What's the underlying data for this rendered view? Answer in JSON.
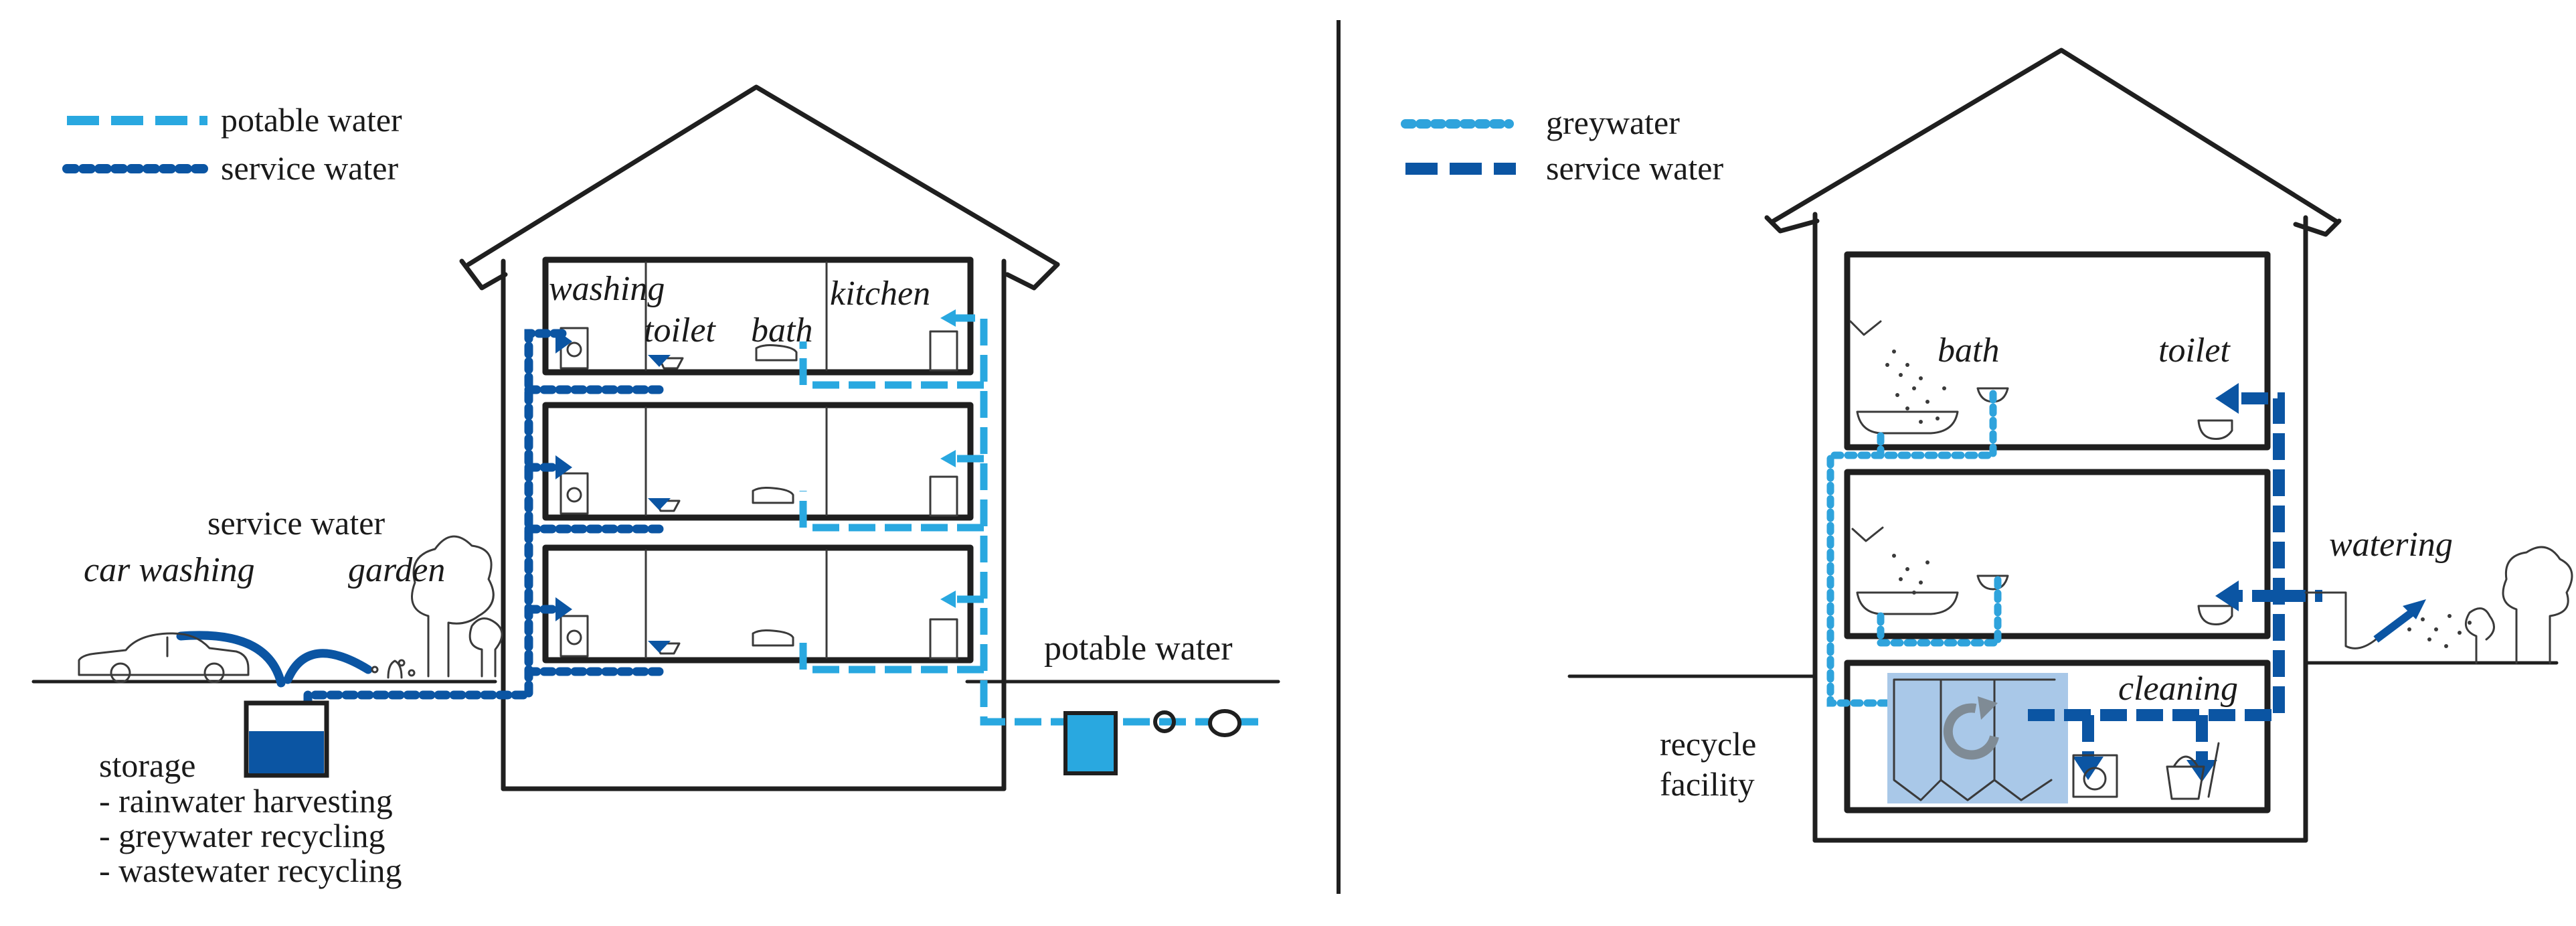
{
  "colors": {
    "potable": "#29a8e0",
    "service": "#0b55a3",
    "greywater": "#2fa3dc",
    "service_right": "#0b55a3",
    "storage_fill": "#0b55a3",
    "potable_tank_fill": "#29a8e0",
    "recycle_box": "#a9c8e8",
    "ink": "#1f1f1f"
  },
  "left_panel": {
    "legend": {
      "potable": "potable water",
      "service": "service water"
    },
    "rooms": {
      "washing": "washing",
      "toilet": "toilet",
      "bath": "bath",
      "kitchen": "kitchen"
    },
    "outdoor": {
      "service_water": "service water",
      "car_washing": "car washing",
      "garden": "garden",
      "potable_water": "potable water"
    },
    "storage": {
      "title": "storage",
      "items": [
        "- rainwater harvesting",
        "- greywater recycling",
        "- wastewater recycling"
      ]
    }
  },
  "right_panel": {
    "legend": {
      "greywater": "greywater",
      "service": "service water"
    },
    "labels": {
      "bath": "bath",
      "toilet": "toilet",
      "watering": "watering",
      "cleaning": "cleaning",
      "recycle_line1": "recycle",
      "recycle_line2": "facility"
    }
  },
  "icons": {
    "recycle": "recycle-arrow-icon",
    "shower": "shower-icon",
    "car": "car-icon",
    "tree": "tree-icon",
    "washing_machine": "washing-machine-icon",
    "bucket": "cleaning-bucket-icon",
    "tap": "tap-icon"
  }
}
